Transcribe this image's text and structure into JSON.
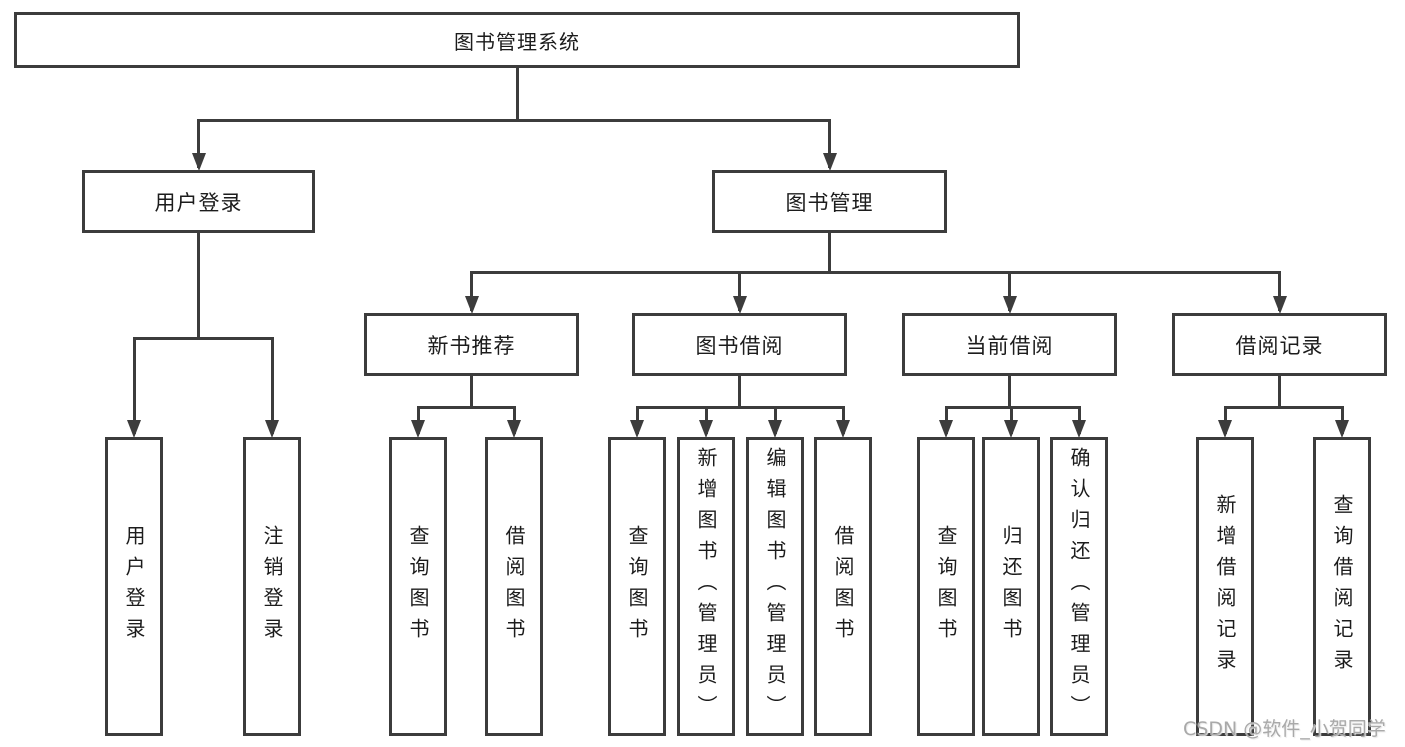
{
  "diagram": {
    "type": "hierarchy-tree",
    "title": "图书管理系统",
    "nodes": {
      "root": {
        "label": "图书管理系统"
      },
      "login": {
        "label": "用户登录"
      },
      "mgmt": {
        "label": "图书管理"
      },
      "login_user": {
        "label": "用户登录"
      },
      "login_logout": {
        "label": "注销登录"
      },
      "new_books": {
        "label": "新书推荐"
      },
      "borrow": {
        "label": "图书借阅"
      },
      "current": {
        "label": "当前借阅"
      },
      "records": {
        "label": "借阅记录"
      },
      "nb_query": {
        "label": "查询图书"
      },
      "nb_borrow": {
        "label": "借阅图书"
      },
      "bw_query": {
        "label": "查询图书"
      },
      "bw_add": {
        "label": "新增图书（管理员）"
      },
      "bw_edit": {
        "label": "编辑图书（管理员）"
      },
      "bw_borrow": {
        "label": "借阅图书"
      },
      "cu_query": {
        "label": "查询图书"
      },
      "cu_return": {
        "label": "归还图书"
      },
      "cu_confirm": {
        "label": "确认归还（管理员）"
      },
      "rec_add": {
        "label": "新增借阅记录"
      },
      "rec_query": {
        "label": "查询借阅记录"
      }
    },
    "hierarchy": {
      "图书管理系统": {
        "用户登录": [
          "用户登录",
          "注销登录"
        ],
        "图书管理": {
          "新书推荐": [
            "查询图书",
            "借阅图书"
          ],
          "图书借阅": [
            "查询图书",
            "新增图书（管理员）",
            "编辑图书（管理员）",
            "借阅图书"
          ],
          "当前借阅": [
            "查询图书",
            "归还图书",
            "确认归还（管理员）"
          ],
          "借阅记录": [
            "新增借阅记录",
            "查询借阅记录"
          ]
        }
      }
    },
    "watermark": "CSDN @软件_小贺同学",
    "colors": {
      "line": "#3c3c3c",
      "text": "#1c1c1c",
      "background": "#ffffff",
      "watermark": "#a9a9a9"
    }
  }
}
